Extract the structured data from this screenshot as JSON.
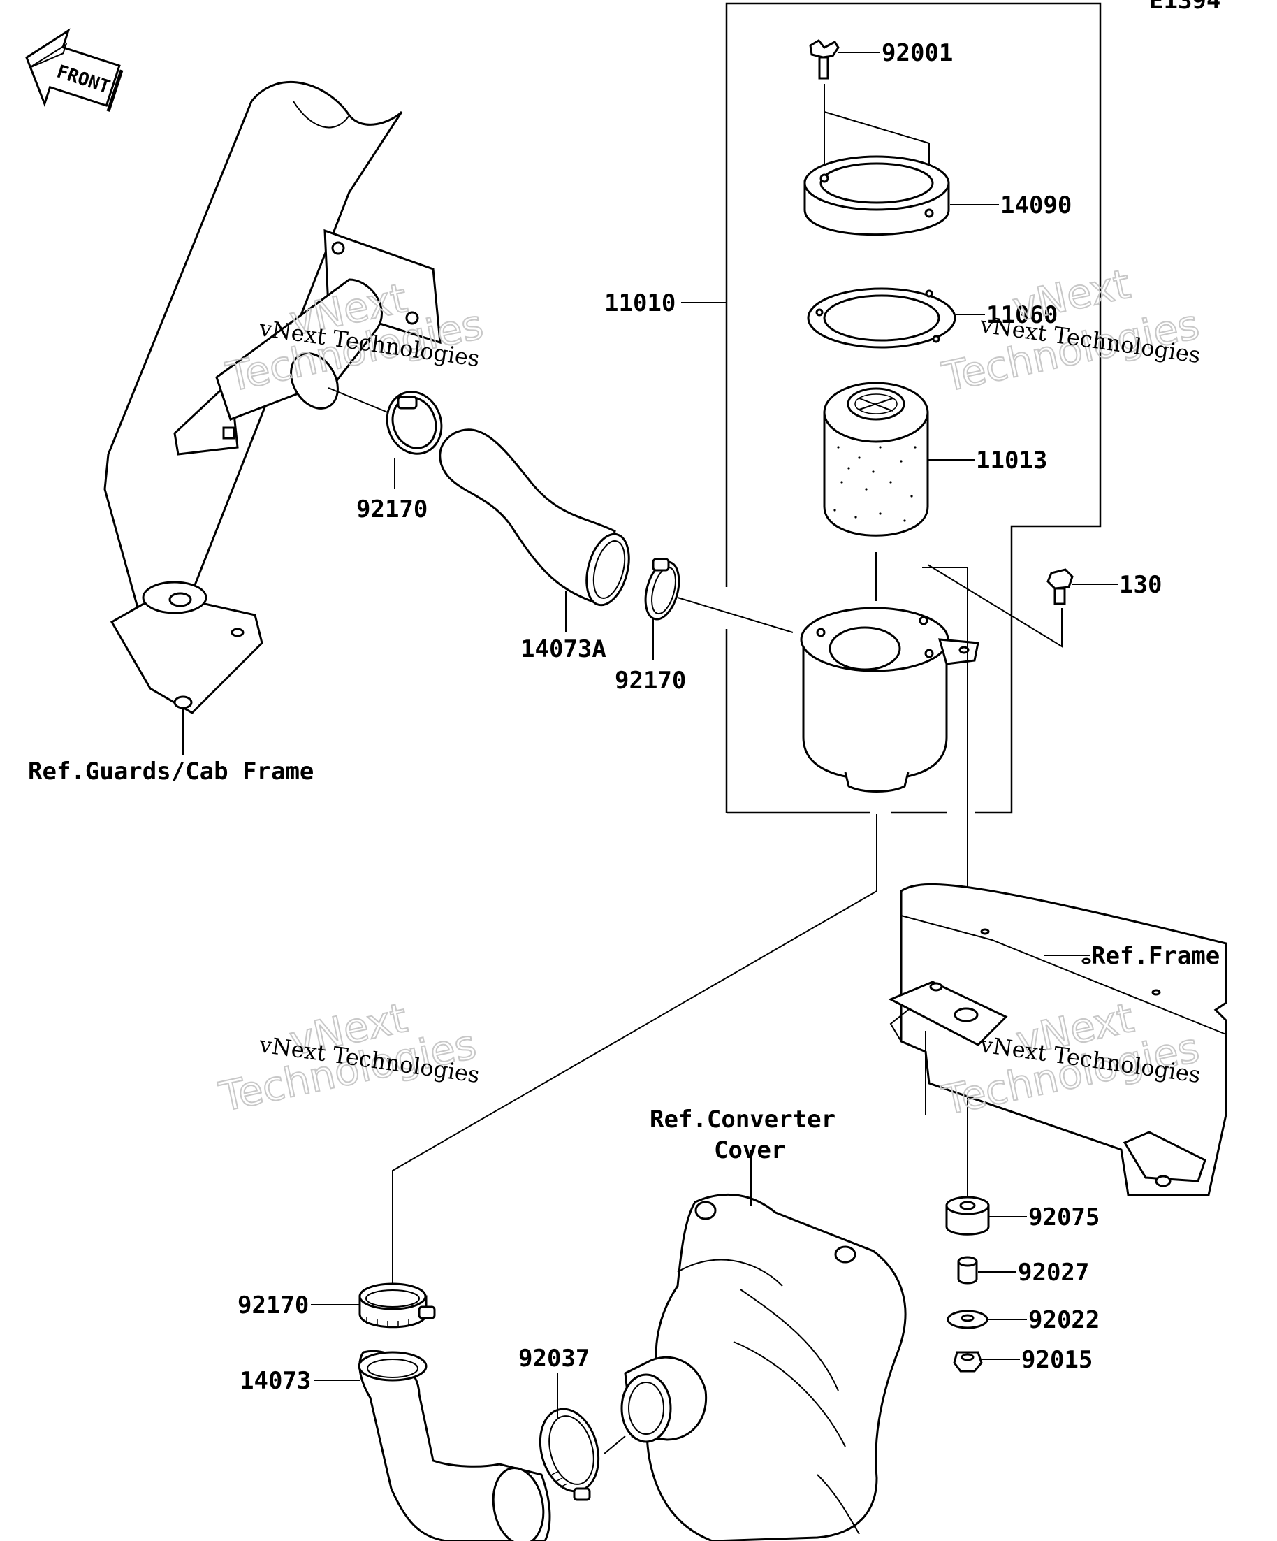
{
  "diagram_code": "E1394",
  "front_badge": "FRONT",
  "callouts": [
    {
      "id": "92001",
      "text": "92001"
    },
    {
      "id": "14090",
      "text": "14090"
    },
    {
      "id": "11010",
      "text": "11010"
    },
    {
      "id": "11060",
      "text": "11060"
    },
    {
      "id": "11013",
      "text": "11013"
    },
    {
      "id": "130",
      "text": "130"
    },
    {
      "id": "92170a",
      "text": "92170"
    },
    {
      "id": "14073A",
      "text": "14073A"
    },
    {
      "id": "92170b",
      "text": "92170"
    },
    {
      "id": "92170c",
      "text": "92170"
    },
    {
      "id": "14073",
      "text": "14073"
    },
    {
      "id": "92037",
      "text": "92037"
    },
    {
      "id": "92075",
      "text": "92075"
    },
    {
      "id": "92027",
      "text": "92027"
    },
    {
      "id": "92022",
      "text": "92022"
    },
    {
      "id": "92015",
      "text": "92015"
    }
  ],
  "references": {
    "guards": "Ref.Guards/Cab Frame",
    "frame": "Ref.Frame",
    "converter_line1": "Ref.Converter",
    "converter_line2": "Cover"
  },
  "watermark": {
    "line_small": "vNext Technologies",
    "line_big1": "vNext",
    "line_big2": "Technologies"
  }
}
